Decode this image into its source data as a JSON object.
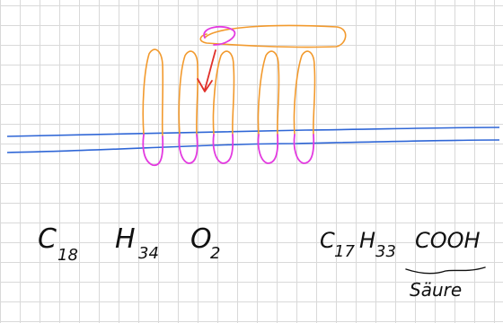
{
  "colors": {
    "grid": "#d9d9d9",
    "membrane_lines": "#2f66d6",
    "lipid_tails": "#f29a2e",
    "lipid_heads": "#e33be0",
    "arrow": "#e0302a",
    "ink": "#111111"
  },
  "formulas": {
    "left": {
      "c_symbol": "C",
      "c_subscript": "18",
      "h_symbol": "H",
      "h_subscript": "34",
      "o_symbol": "O",
      "o_subscript": "2"
    },
    "right": {
      "c_symbol": "C",
      "c_subscript": "17",
      "h_symbol": "H",
      "h_subscript": "33",
      "group": "COOH",
      "label": "Säure"
    }
  }
}
